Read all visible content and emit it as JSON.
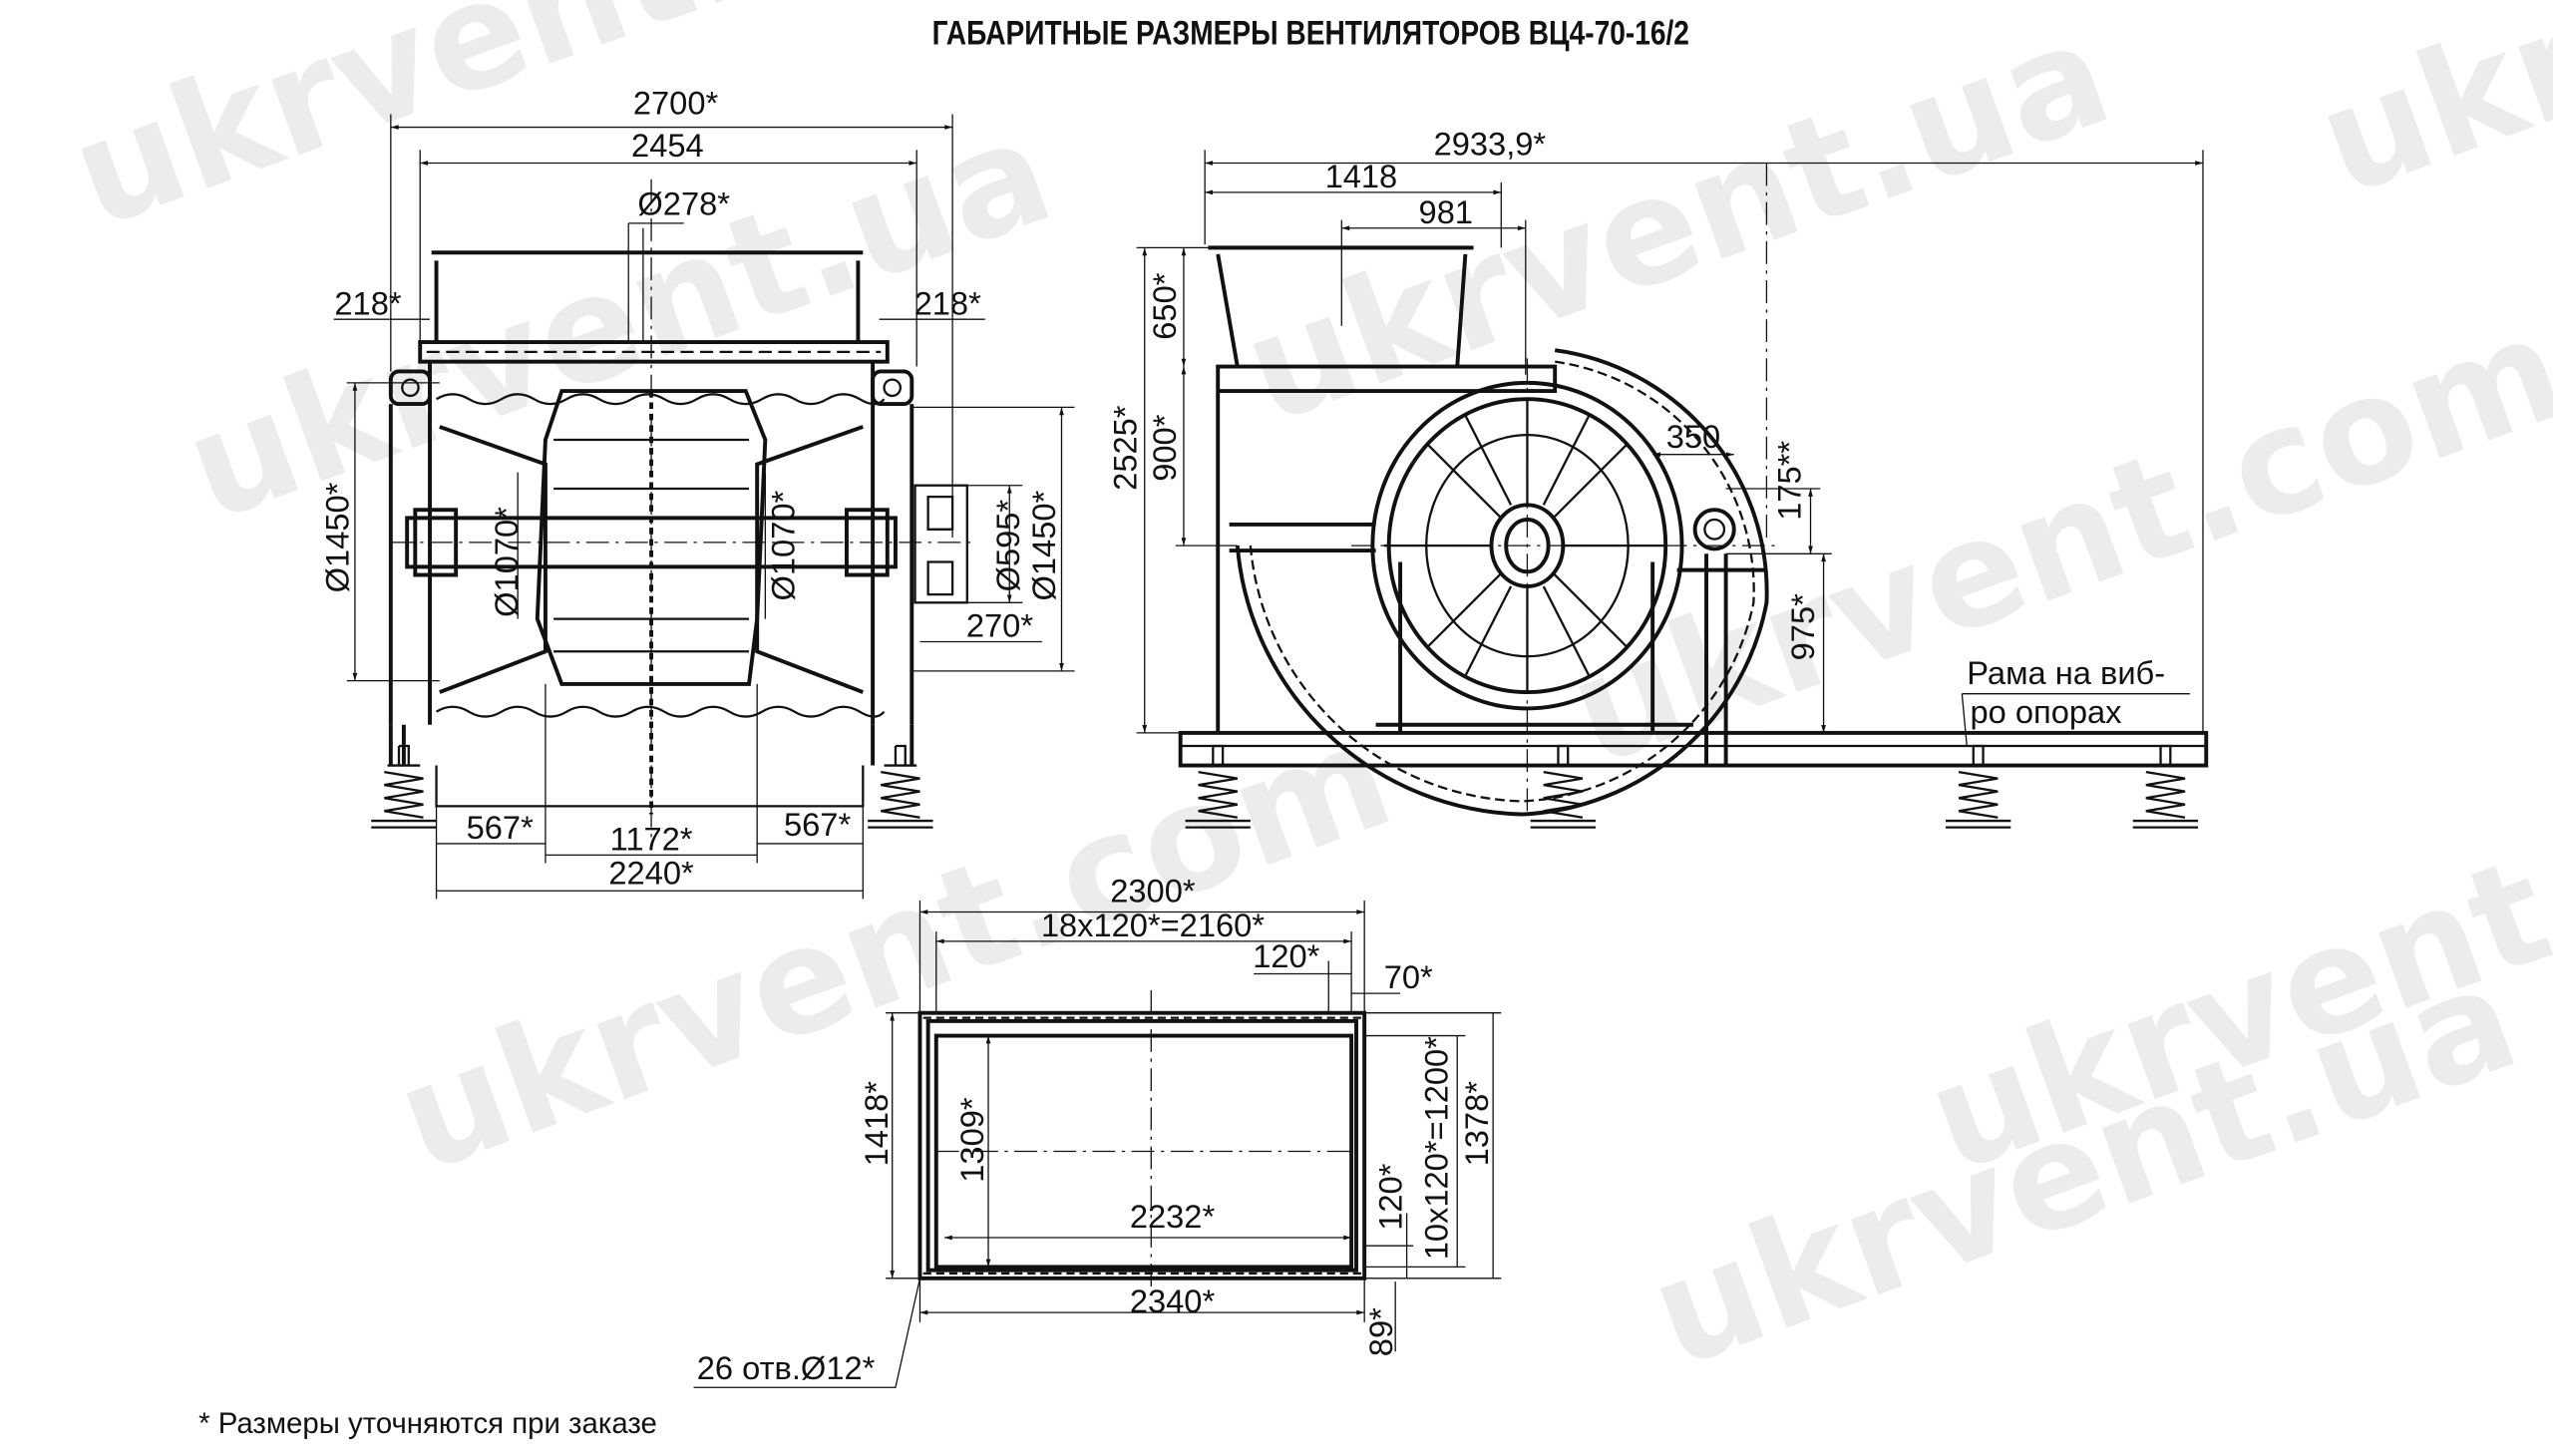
{
  "title": "ГАБАРИТНЫЕ РАЗМЕРЫ ВЕНТИЛЯТОРОВ ВЦ4-70-16/2",
  "watermarks": [
    "ukrvent.com",
    "ukrvent.ua"
  ],
  "front_view": {
    "dims": {
      "overall_width": "2700*",
      "frame_width": "2454",
      "shaft_dia": "Ø278*",
      "side_left": "218*",
      "side_right": "218*",
      "inlet_dia": "Ø1450*",
      "impeller_left": "Ø1070*",
      "impeller_right": "Ø1070*",
      "pulley_dia": "Ø595*",
      "pulley_outer": "Ø1450*",
      "pulley_offset": "270*",
      "bottom_left": "567*",
      "bottom_center": "1172*",
      "bottom_right": "567*",
      "bottom_total": "2240*"
    }
  },
  "side_view": {
    "dims": {
      "overall_length": "2933,9*",
      "inlet_offset": "1418",
      "outlet_width": "981",
      "total_height": "2525*",
      "outlet_height": "650*",
      "housing_height": "900*",
      "shaft_offset": "350",
      "bearing_height": "175**",
      "axis_height": "975*"
    },
    "frame_note_line1": "Рама на виб-",
    "frame_note_line2": "ро опорах"
  },
  "flange_view": {
    "dims": {
      "width": "2300*",
      "hole_pitch_h": "18x120*=2160*",
      "pitch": "120*",
      "edge": "70*",
      "height": "1418*",
      "inner_height": "1309*",
      "inner_width": "2232*",
      "outer_width": "2340*",
      "pitch_v": "120*",
      "hole_pitch_v": "10x120*=1200*",
      "outer_height": "1378*",
      "edge_v": "89*"
    },
    "holes": "26 отв.Ø12*"
  },
  "footnote": "* Размеры уточняются при заказе"
}
